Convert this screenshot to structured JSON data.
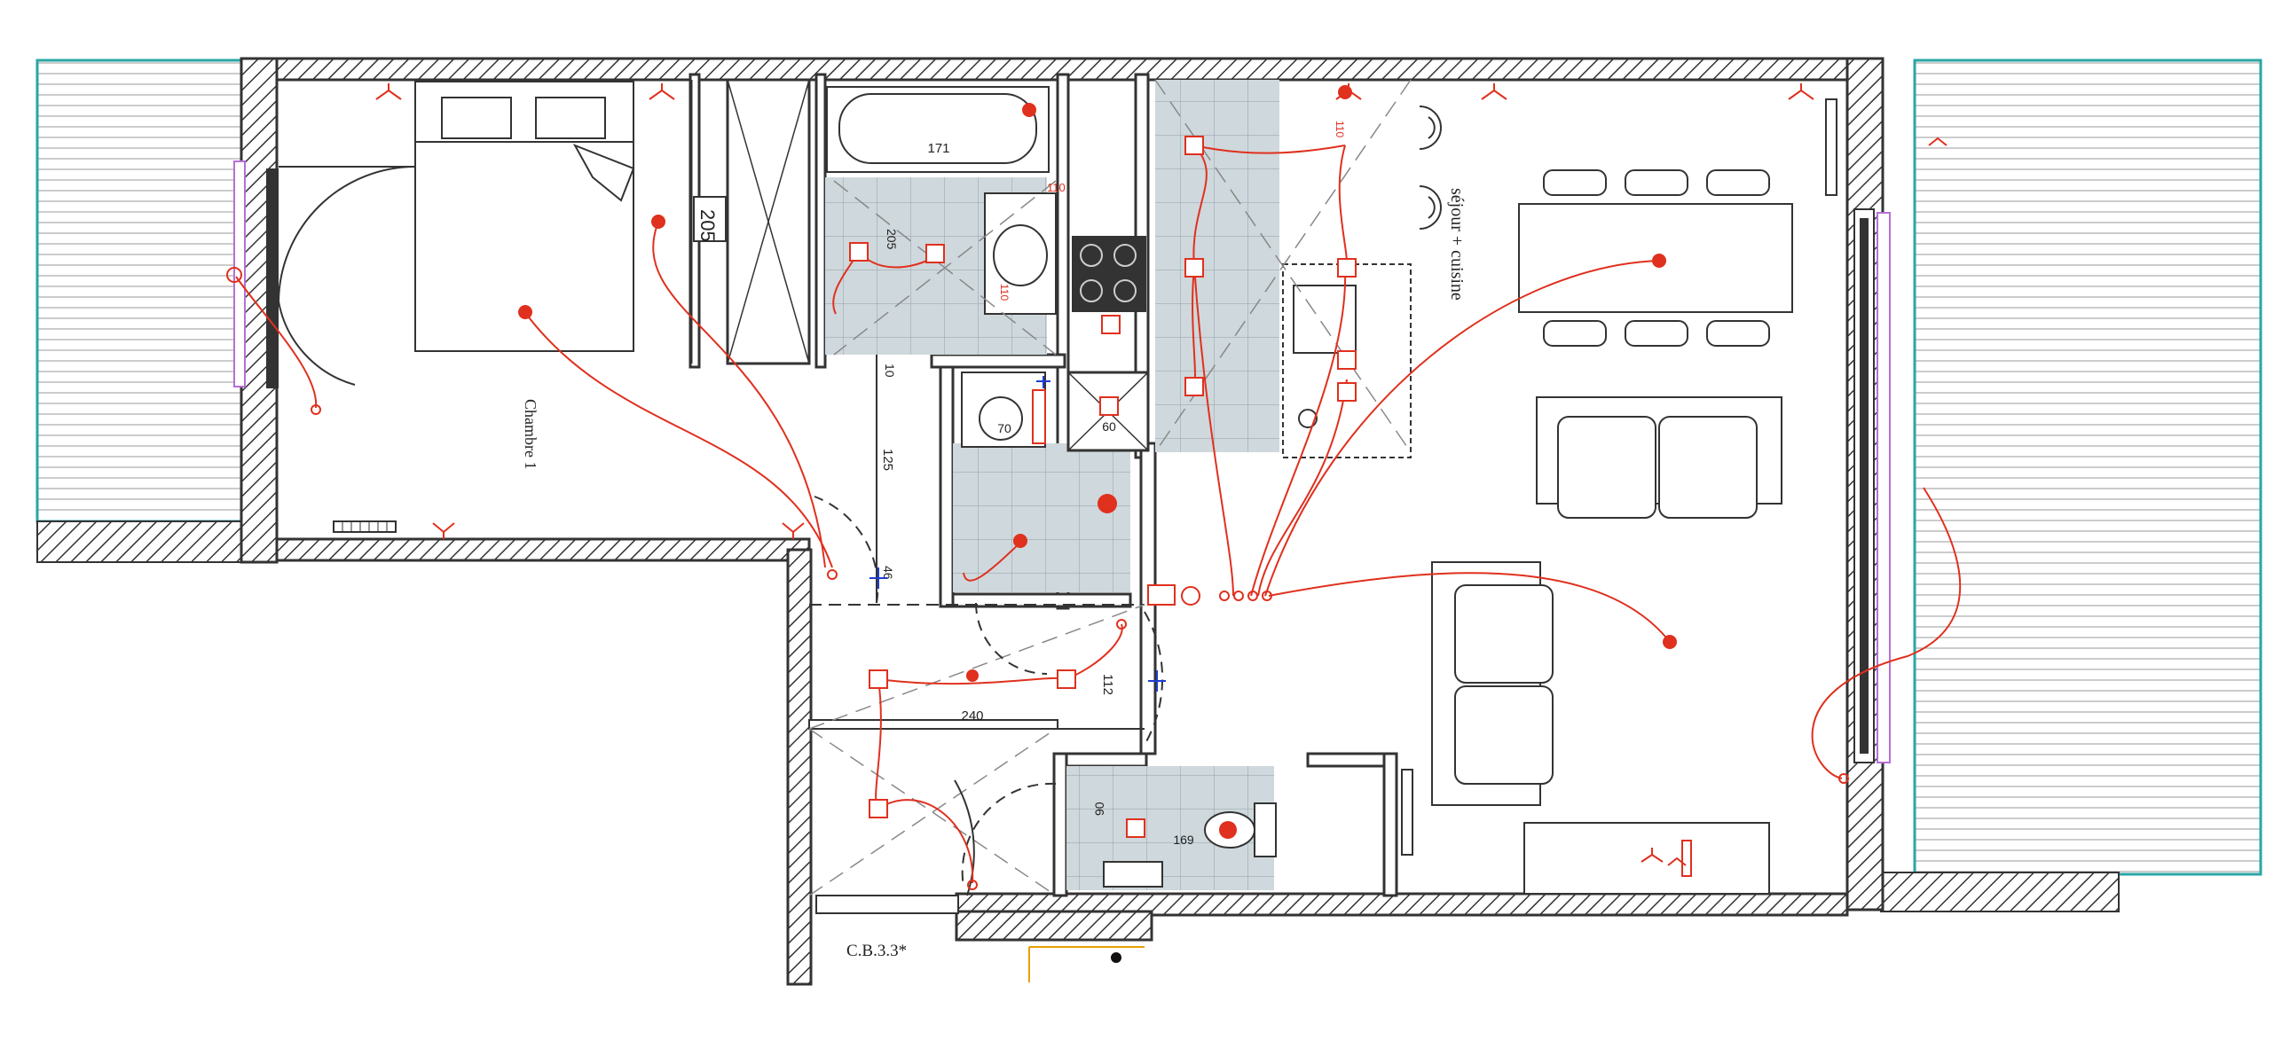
{
  "plan": {
    "rooms": {
      "bedroom": "Chambre 1",
      "living": "séjour + cuisine"
    },
    "reference": "C.B.3.3*",
    "dimensions": {
      "bath_length": "171",
      "bath_tiles": "205",
      "closet": "205",
      "hall_gap": "10",
      "corridor_width": "125",
      "door_gap": "46",
      "hall_width": "240",
      "hall_depth": "112",
      "washer": "70",
      "sink_height": "110",
      "hob_height": "110",
      "kitchen_height": "110",
      "fridge": "60",
      "wc_depth": "90",
      "wc_length": "169"
    },
    "colors": {
      "walls": "#333333",
      "electrical": "#e0301e",
      "tiles": "#cfd8dc",
      "balcony": "#2aa6a6",
      "water": "#1e3cd0",
      "window": "#b66fd6"
    }
  }
}
